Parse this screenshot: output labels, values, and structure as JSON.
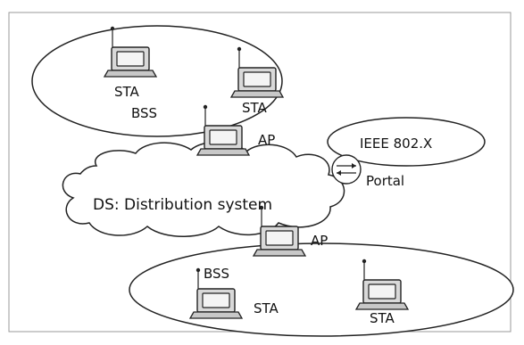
{
  "labels": {
    "sta_1": "STA",
    "sta_2": "STA",
    "bss_top": "BSS",
    "ap_top": "AP",
    "ieee": "IEEE 802.X",
    "portal": "Portal",
    "ds": "DS: Distribution system",
    "ap_bottom": "AP",
    "bss_bottom": "BSS",
    "sta_3": "STA",
    "sta_4": "STA"
  },
  "icons": {
    "station": "laptop-antenna-icon",
    "access_point": "laptop-antenna-icon",
    "portal": "portal-arrows-icon"
  }
}
